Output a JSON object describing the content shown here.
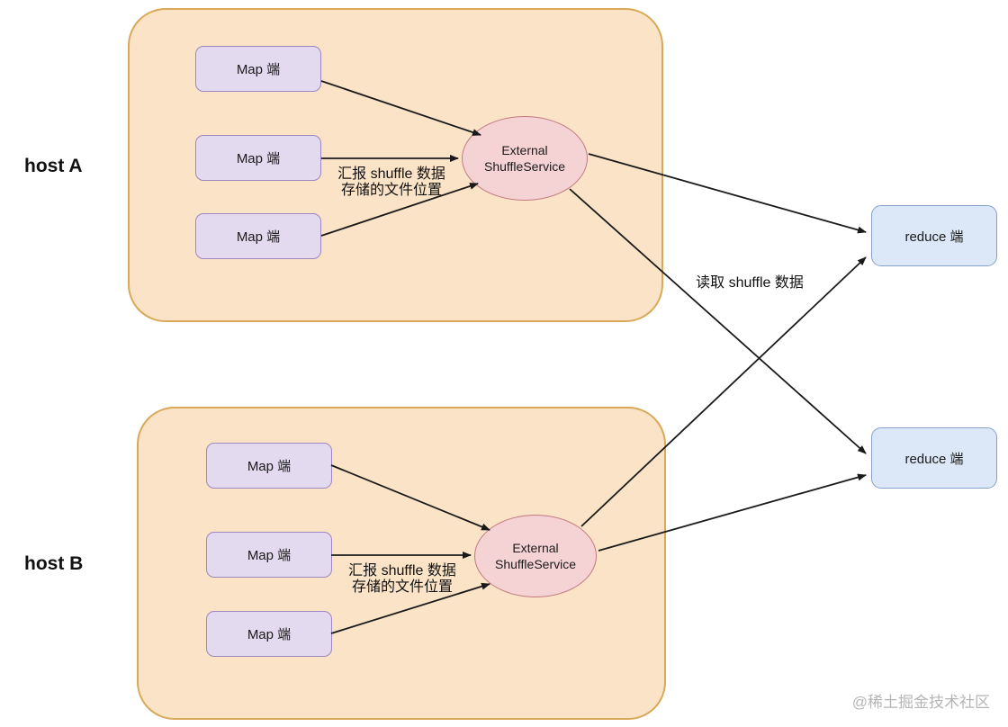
{
  "diagram": {
    "hosts": [
      {
        "label": "host A",
        "map_boxes": [
          {
            "label": "Map 端"
          },
          {
            "label": "Map 端"
          },
          {
            "label": "Map 端"
          }
        ],
        "service_label": "External ShuffleService",
        "report_lines": [
          "汇报 shuffle 数据",
          "存储的文件位置"
        ]
      },
      {
        "label": "host B",
        "map_boxes": [
          {
            "label": "Map 端"
          },
          {
            "label": "Map 端"
          },
          {
            "label": "Map 端"
          }
        ],
        "service_label": "External ShuffleService",
        "report_lines": [
          "汇报 shuffle 数据",
          "存储的文件位置"
        ]
      }
    ],
    "reduce_nodes": [
      {
        "label": "reduce 端"
      },
      {
        "label": "reduce 端"
      }
    ],
    "read_label": "读取 shuffle 数据",
    "watermark": "@稀土掘金技术社区",
    "colors": {
      "host_fill": "#fae3c6",
      "host_border": "#d9a959",
      "map_fill": "#e3daef",
      "map_border": "#9c87be",
      "service_fill": "#f5d3d5",
      "service_border": "#c17a7f",
      "reduce_fill": "#dce8f7",
      "reduce_border": "#85a1c9",
      "arrow": "#1a1a1a",
      "watermark_text": "#b5b5b5"
    }
  }
}
